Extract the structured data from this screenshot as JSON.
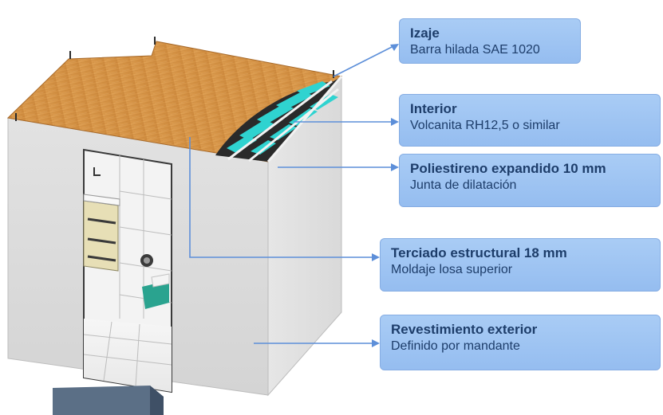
{
  "diagram": {
    "callouts": [
      {
        "id": "izaje",
        "title": "Izaje",
        "description": "Barra hilada SAE 1020"
      },
      {
        "id": "interior",
        "title": "Interior",
        "description": "Volcanita RH12,5 o similar"
      },
      {
        "id": "poliestireno",
        "title": "Poliestireno expandido 10 mm",
        "description": "Junta de dilatación"
      },
      {
        "id": "terciado",
        "title": "Terciado estructural 18 mm",
        "description": "Moldaje losa superior"
      },
      {
        "id": "revestimiento",
        "title": "Revestimiento exterior",
        "description": "Definido por mandante"
      }
    ],
    "colors": {
      "callout_fill": "#9fc4f2",
      "callout_text": "#1d3d6a",
      "leader_line": "#5d8fd9",
      "wood_roof": "#d99a4c",
      "insulation": "#2fd3d0",
      "wall": "#dcdcdc"
    }
  }
}
